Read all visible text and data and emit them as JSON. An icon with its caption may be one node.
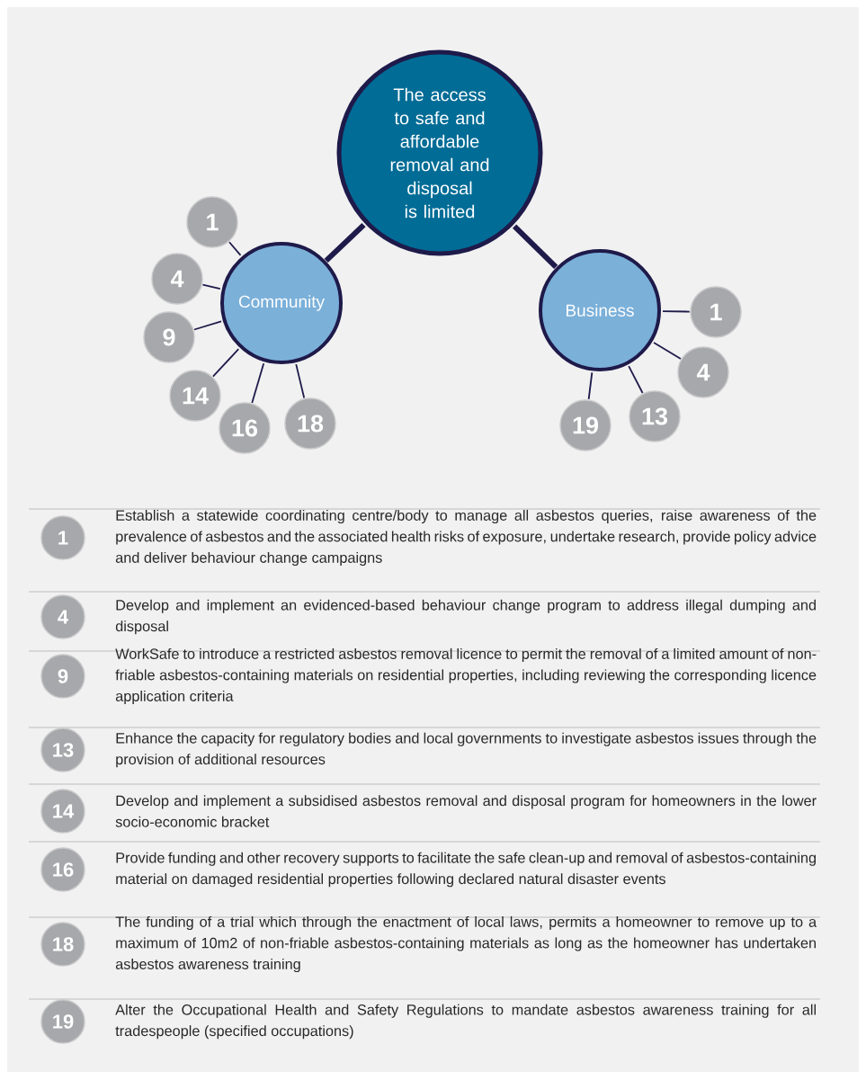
{
  "diagram": {
    "nodes": [
      {
        "text": [
          "The access to safe and affordable removal and disposal is limited"
        ]
      },
      {
        "text": [
          "Community"
        ]
      },
      {
        "text": [
          "Business"
        ]
      },
      {
        "text": [
          "1"
        ]
      },
      {
        "text": [
          "4"
        ]
      },
      {
        "text": [
          "9"
        ]
      },
      {
        "text": [
          "14"
        ]
      },
      {
        "text": [
          "16"
        ]
      },
      {
        "text": [
          "18"
        ]
      },
      {
        "text": [
          "1"
        ]
      },
      {
        "text": [
          "4"
        ]
      },
      {
        "text": [
          "13"
        ]
      },
      {
        "text": [
          "19"
        ]
      },
      {
        "text": [
          "1"
        ],
        "beside": [
          "Establish a statewide coordinating centre/body to manage all asbestos queries, raise awareness of the prevalence of asbestos and the associated health risks of exposure, undertake research, provide policy advice and deliver behaviour change campaigns"
        ]
      },
      {
        "text": [
          "4"
        ],
        "beside": [
          "Develop and implement an evidenced-based behaviour change program to address illegal dumping and disposal"
        ]
      },
      {
        "text": [
          "9"
        ],
        "beside": [
          "WorkSafe to introduce a restricted asbestos removal licence to permit the removal of a limited amount of non-friable asbestos-containing materials on residential properties, including reviewing the corresponding licence application criteria"
        ]
      },
      {
        "text": [
          "13"
        ],
        "beside": [
          "Enhance the capacity for regulatory bodies and local governments to investigate asbestos issues through the provision of additional resources"
        ]
      },
      {
        "text": [
          "14"
        ],
        "beside": [
          "Develop and implement a subsidised asbestos removal and disposal program for homeowners in the lower socio-economic bracket"
        ]
      },
      {
        "text": [
          "16"
        ],
        "beside": [
          "Provide funding and other recovery supports to facilitate the safe clean-up and removal of asbestos-containing material on damaged residential properties following declared natural disaster events"
        ]
      },
      {
        "text": [
          "18"
        ],
        "beside": [
          "The funding of a trial which through the enactment of local laws, permits a homeowner to remove up to a maximum of 10m2 of non-friable asbestos-containing materials as long as the homeowner has undertaken asbestos awareness training"
        ]
      },
      {
        "text": [
          "19"
        ],
        "beside": [
          "Alter the Occupational Health and Safety Regulations to mandate asbestos awareness training for all tradespeople (specified occupations)"
        ]
      }
    ],
    "edges": [
      {
        "from": 0,
        "to": 1,
        "arrow": "none",
        "style": "thick"
      },
      {
        "from": 0,
        "to": 2,
        "arrow": "none",
        "style": "thick"
      },
      {
        "from": 1,
        "to": 3,
        "arrow": "none"
      },
      {
        "from": 1,
        "to": 4,
        "arrow": "none"
      },
      {
        "from": 1,
        "to": 5,
        "arrow": "none"
      },
      {
        "from": 1,
        "to": 6,
        "arrow": "none"
      },
      {
        "from": 1,
        "to": 7,
        "arrow": "none"
      },
      {
        "from": 1,
        "to": 8,
        "arrow": "none"
      },
      {
        "from": 2,
        "to": 9,
        "arrow": "none"
      },
      {
        "from": 2,
        "to": 10,
        "arrow": "none"
      },
      {
        "from": 2,
        "to": 11,
        "arrow": "none"
      },
      {
        "from": 2,
        "to": 12,
        "arrow": "none"
      }
    ]
  }
}
